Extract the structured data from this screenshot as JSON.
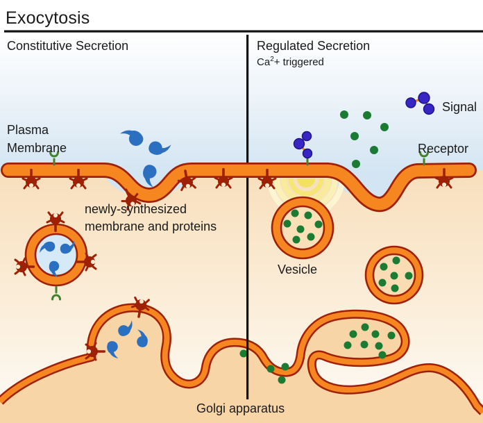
{
  "title": "Exocytosis",
  "sections": {
    "left": {
      "label": "Constitutive Secretion"
    },
    "right": {
      "label": "Regulated Secretion",
      "trigger_prefix": "Ca",
      "trigger_sup": "2",
      "trigger_suffix": "+ triggered"
    }
  },
  "labels": {
    "plasma_membrane": "Plasma\nMembrane",
    "newly_synthesized": "newly-synthesized\nmembrane and proteins",
    "signal": "Signal",
    "receptor": "Receptor",
    "vesicle": "Vesicle",
    "golgi": "Golgi apparatus"
  },
  "palette": {
    "membrane_orange": "#F6861F",
    "membrane_outline": "#9E2005",
    "extracellular_blue": "#D3E5F2",
    "cytoplasm_cream": "#F8DFBC",
    "golgi_body_peach": "#F8D5A6",
    "vesicle_lumen_blue": "#D5E9F6",
    "vesicle_lumen_tan": "#FAE0B8",
    "cargo_protein_blue": "#2A6FC0",
    "secretory_dot_green": "#1B7B33",
    "receptor_green": "#44822F",
    "signal_indigo": "#3726C3",
    "signal_link_orange": "#E8821E",
    "calcium_wave_yellow": "#F3E257",
    "divider_black": "#111111"
  }
}
